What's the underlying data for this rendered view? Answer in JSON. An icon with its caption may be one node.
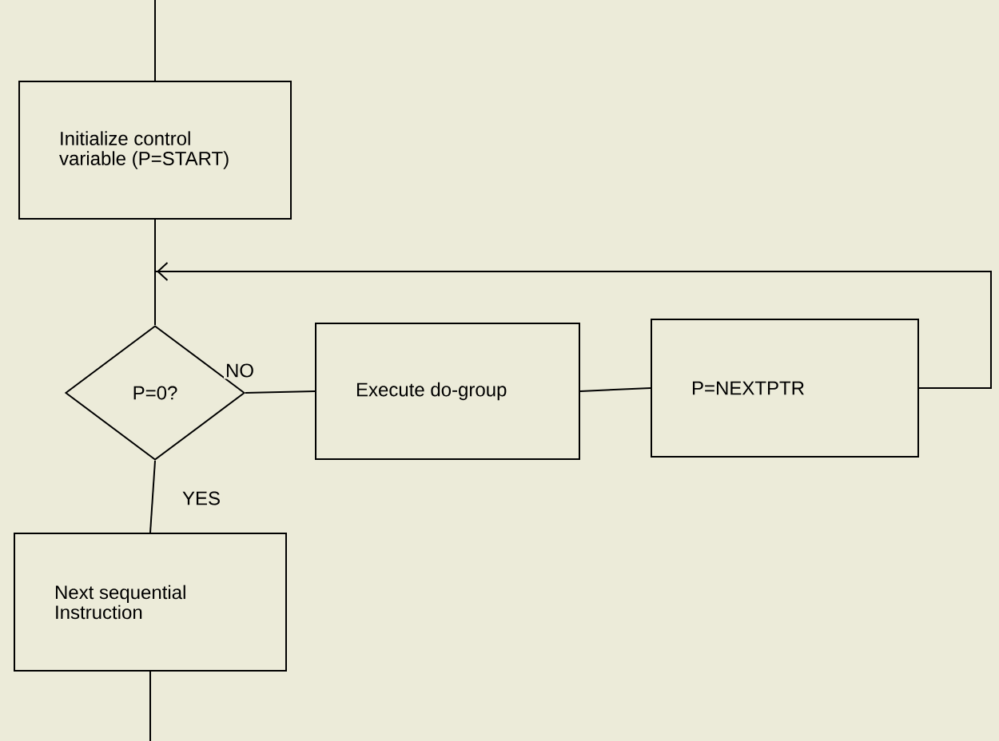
{
  "diagram": {
    "nodes": [
      {
        "text": [
          "Initialize control variable (P=START)"
        ]
      },
      {
        "text": [
          "P=0?"
        ]
      },
      {
        "text": [
          "Execute do-group"
        ]
      },
      {
        "text": [
          "P=NEXTPTR"
        ]
      },
      {
        "text": [
          "Next sequential Instruction"
        ]
      }
    ],
    "edges": [
      {
        "from": null,
        "to": 0,
        "arrow": "none"
      },
      {
        "from": 0,
        "to": 1,
        "arrow": "none"
      },
      {
        "from": 1,
        "to": 2,
        "arrow": "none",
        "label": "NO"
      },
      {
        "from": 2,
        "to": 3,
        "arrow": "none"
      },
      {
        "from": 3,
        "to": 1,
        "arrow": "to"
      },
      {
        "from": 1,
        "to": 4,
        "arrow": "none",
        "label": "YES"
      },
      {
        "from": 4,
        "to": null,
        "arrow": "none"
      }
    ]
  }
}
